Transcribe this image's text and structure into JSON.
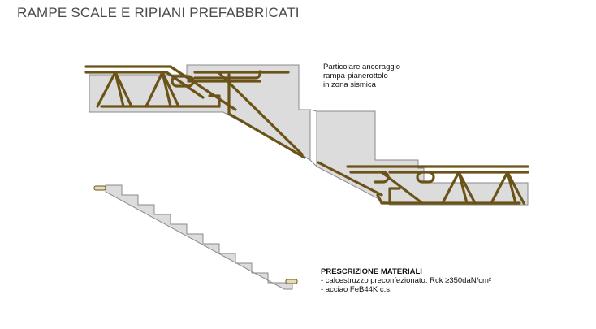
{
  "title": "RAMPE SCALE E RIPIANI PREFABBRICATI",
  "anchor_note": {
    "line1": "Particolare ancoraggio",
    "line2": "rampa-pianerottolo",
    "line3": "in zona sismica"
  },
  "materials": {
    "heading": "PRESCRIZIONE MATERIALI",
    "item1": "- calcestruzzo preconfezionato: Rck ≥350daN/cm²",
    "item2": "- acciao FeB44K c.s."
  },
  "colors": {
    "concrete_fill": "#dcdcdc",
    "concrete_stroke": "#8a8a8a",
    "rebar": "#6b5318",
    "title": "#4a4a4a"
  }
}
